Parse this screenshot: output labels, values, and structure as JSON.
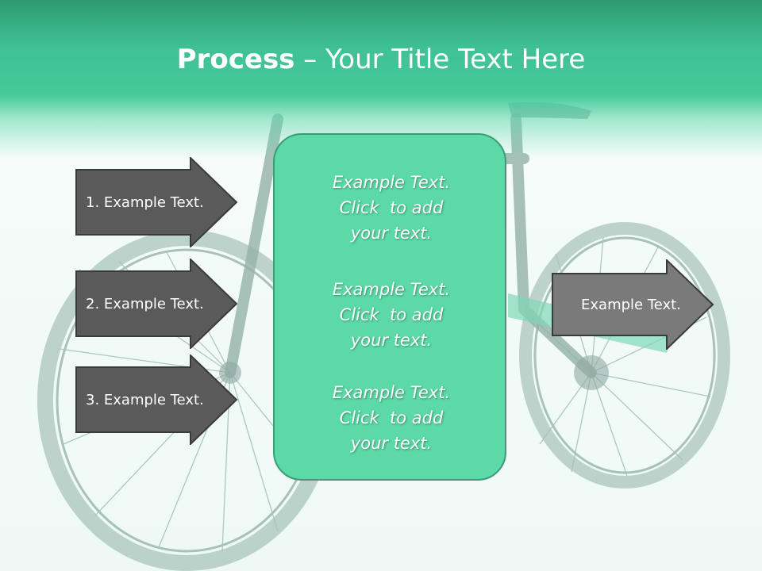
{
  "title": {
    "bold": "Process",
    "rest": " – Your Title Text Here"
  },
  "left_arrows": [
    {
      "label": "1. Example Text."
    },
    {
      "label": "2. Example Text."
    },
    {
      "label": "3. Example Text."
    }
  ],
  "right_arrow": {
    "label": "Example Text."
  },
  "center_box": {
    "paragraphs": [
      {
        "lines": [
          "Example Text.",
          "Click  to add",
          "your text."
        ]
      },
      {
        "lines": [
          "Example Text.",
          "Click  to add",
          "your text."
        ]
      },
      {
        "lines": [
          "Example Text.",
          "Click  to add",
          "your text."
        ]
      }
    ]
  },
  "colors": {
    "header": "#46c99b",
    "box_fill": "#5bd9a6",
    "box_border": "#3d9b78",
    "left_arrow_fill": "#5a5a5a",
    "right_arrow_fill": "#7a7a7a",
    "text": "#ffffff"
  },
  "icons": [
    "mountain-bike-image"
  ]
}
